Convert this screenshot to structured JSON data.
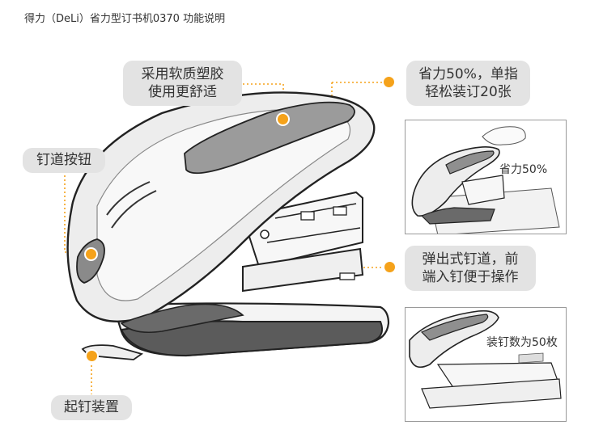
{
  "title": "得力（DeLi）省力型订书机0370 功能说明",
  "callouts": {
    "grip": {
      "line1": "采用软质塑胶",
      "line2": "使用更舒适"
    },
    "save": {
      "line1": "省力50%，单指",
      "line2": "轻松装订20张"
    },
    "button": {
      "line1": "钉道按钮"
    },
    "rail": {
      "line1": "弹出式钉道，前",
      "line2": "端入钉便于操作"
    },
    "remover": {
      "line1": "起钉装置"
    }
  },
  "insets": {
    "top": {
      "label": "省力50%"
    },
    "bottom": {
      "label": "装钉数为50枚"
    }
  },
  "colors": {
    "accent": "#f5a21a",
    "bubble": "#e3e3e3",
    "line": "#f5a21a"
  }
}
